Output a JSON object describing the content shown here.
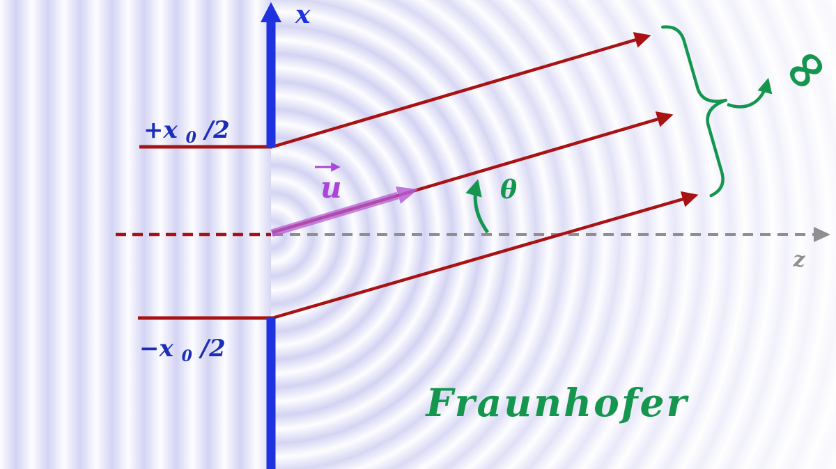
{
  "labels": {
    "x_axis": "x",
    "z_axis": "z",
    "slit_top": {
      "main": "+x",
      "sub": "0",
      "suffix": "/2"
    },
    "slit_bottom": {
      "main": "−x",
      "sub": "0",
      "suffix": "/2"
    },
    "wave_vector": "u",
    "angle": "θ",
    "infinity": "∞",
    "regime": "Fraunhofer"
  },
  "colors": {
    "axis_blue": "#1e32df",
    "slit_label_blue": "#1c2db8",
    "ray_red": "#a81212",
    "wave_purple": "#b55fd8",
    "wave_purple_label": "#a946d6",
    "annotation_green": "#15964e",
    "z_axis_gray": "#8f8f8f",
    "wave_lavender": "#7e7edb"
  }
}
